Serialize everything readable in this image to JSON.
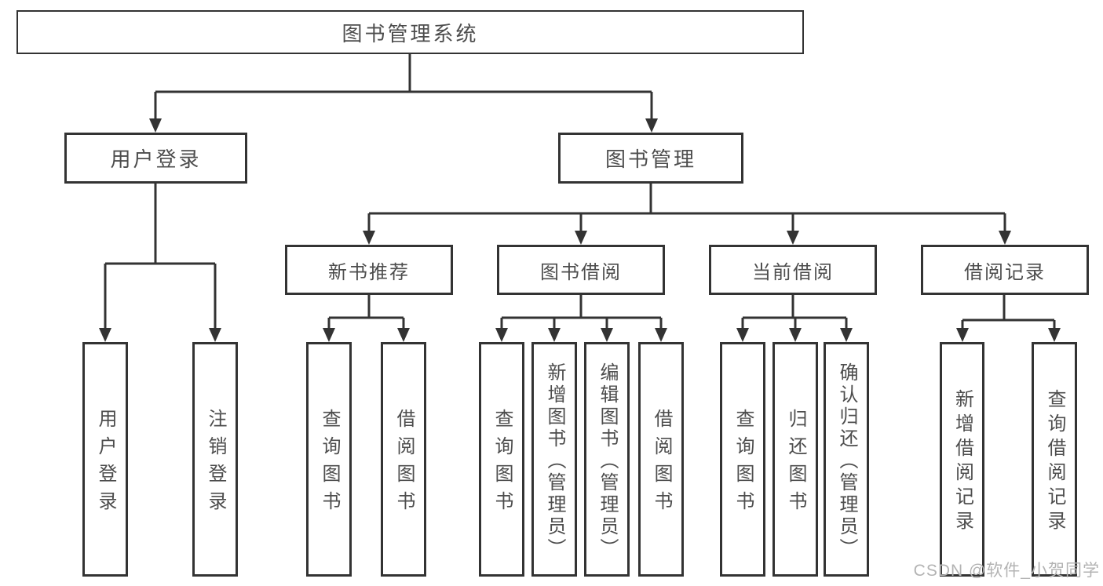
{
  "tree": {
    "root": {
      "label": "图书管理系统"
    },
    "user_login": {
      "label": "用户登录",
      "children": [
        {
          "label": "用户登录"
        },
        {
          "label": "注销登录"
        }
      ]
    },
    "book_mgmt": {
      "label": "图书管理",
      "new_books": {
        "label": "新书推荐",
        "children": [
          {
            "label": "查询图书"
          },
          {
            "label": "借阅图书"
          }
        ]
      },
      "book_borrow": {
        "label": "图书借阅",
        "children": [
          {
            "label": "查询图书"
          },
          {
            "label": "新增图书（管理员）"
          },
          {
            "label": "编辑图书（管理员）"
          },
          {
            "label": "借阅图书"
          }
        ]
      },
      "current_borrow": {
        "label": "当前借阅",
        "children": [
          {
            "label": "查询图书"
          },
          {
            "label": "归还图书"
          },
          {
            "label": "确认归还（管理员）"
          }
        ]
      },
      "borrow_records": {
        "label": "借阅记录",
        "children": [
          {
            "label": "新增借阅记录"
          },
          {
            "label": "查询借阅记录"
          }
        ]
      }
    }
  },
  "watermark": {
    "text": "CSDN @软件_小贺同学"
  },
  "colors": {
    "line": "#333333",
    "border": "#333333",
    "text": "#4d4d4d",
    "watermark": "#b3b3b3",
    "background": "#ffffff"
  }
}
